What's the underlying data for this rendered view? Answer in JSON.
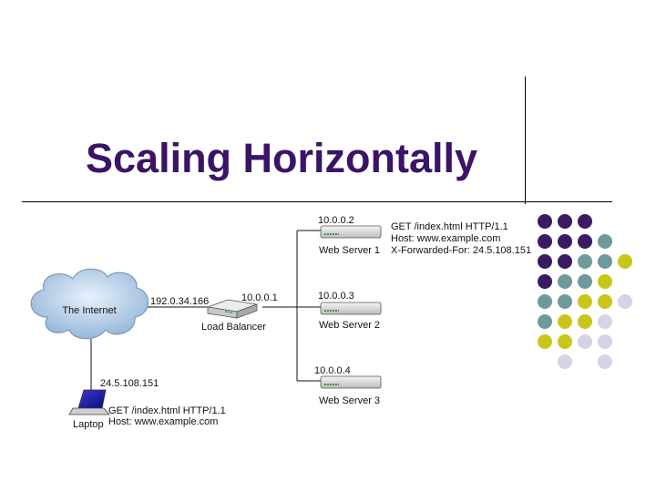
{
  "slide": {
    "title": "Scaling Horizontally"
  },
  "diagram": {
    "internet_label": "The Internet",
    "internet_ip": "192.0.34.166",
    "load_balancer": {
      "ip": "10.0.0.1",
      "label": "Load Balancer"
    },
    "servers": [
      {
        "ip": "10.0.0.2",
        "label": "Web Server 1"
      },
      {
        "ip": "10.0.0.3",
        "label": "Web Server 2"
      },
      {
        "ip": "10.0.0.4",
        "label": "Web Server 3"
      }
    ],
    "server_request": [
      "GET /index.html HTTP/1.1",
      "Host: www.example.com",
      "X-Forwarded-For: 24.5.108.151"
    ],
    "laptop": {
      "ip": "24.5.108.151",
      "label": "Laptop",
      "request": [
        "GET /index.html HTTP/1.1",
        "Host: www.example.com"
      ]
    }
  },
  "decoration": {
    "colors": {
      "purple": "#3b1a63",
      "teal": "#6f9a9c",
      "olive": "#c9c61a",
      "lavender": "#d4d4e6"
    },
    "dot_grid": [
      [
        "purple",
        "purple",
        "purple",
        "",
        "",
        ""
      ],
      [
        "purple",
        "purple",
        "purple",
        "teal",
        "",
        ""
      ],
      [
        "purple",
        "purple",
        "teal",
        "teal",
        "olive",
        ""
      ],
      [
        "purple",
        "teal",
        "teal",
        "olive",
        "",
        ""
      ],
      [
        "teal",
        "teal",
        "olive",
        "olive",
        "lavender",
        ""
      ],
      [
        "teal",
        "olive",
        "olive",
        "lavender",
        "",
        ""
      ],
      [
        "olive",
        "olive",
        "lavender",
        "lavender",
        "",
        ""
      ],
      [
        "",
        "lavender",
        "",
        "lavender",
        "",
        ""
      ]
    ]
  }
}
